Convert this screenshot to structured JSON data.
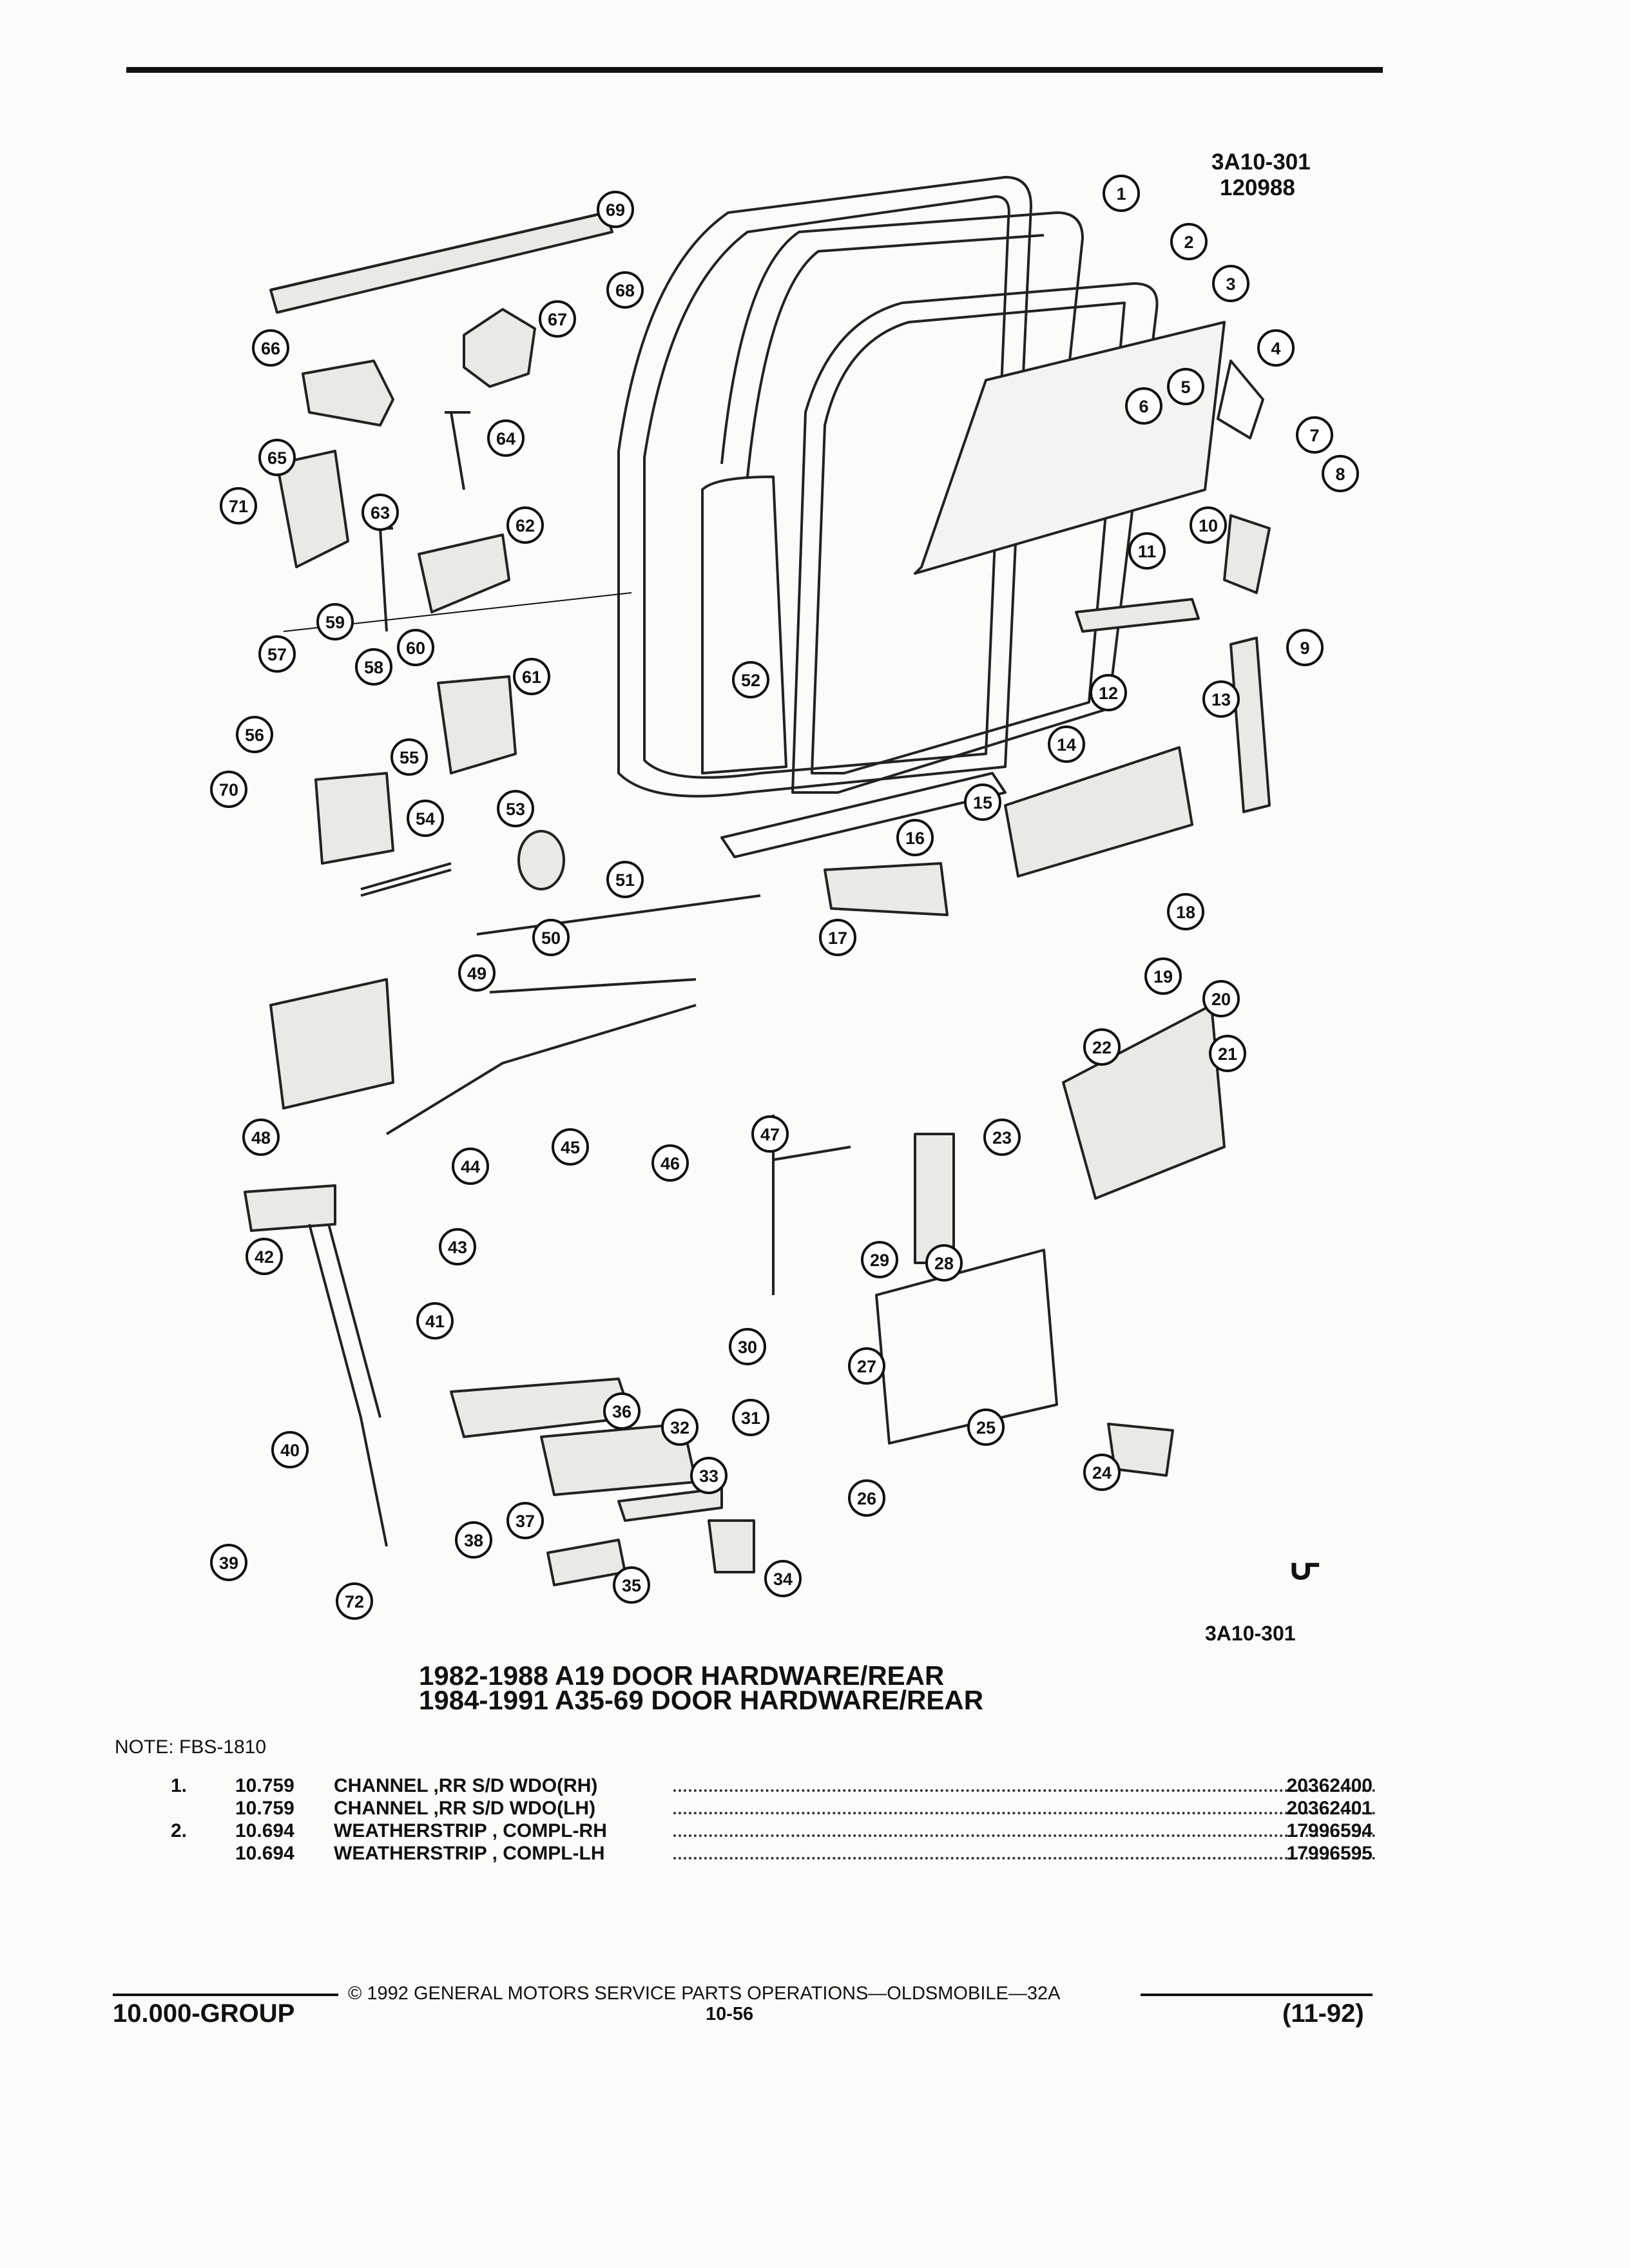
{
  "header": {
    "ref_code": "3A10-301",
    "ref_date": "120988",
    "bottom_ref_code": "3A10-301"
  },
  "diagram": {
    "callouts": [
      "1",
      "2",
      "3",
      "4",
      "5",
      "6",
      "7",
      "8",
      "9",
      "10",
      "11",
      "12",
      "13",
      "14",
      "15",
      "16",
      "17",
      "18",
      "19",
      "20",
      "21",
      "22",
      "23",
      "24",
      "25",
      "26",
      "27",
      "28",
      "29",
      "30",
      "31",
      "32",
      "33",
      "34",
      "35",
      "36",
      "37",
      "38",
      "39",
      "40",
      "41",
      "42",
      "43",
      "44",
      "45",
      "46",
      "47",
      "48",
      "49",
      "50",
      "51",
      "52",
      "53",
      "54",
      "55",
      "56",
      "57",
      "58",
      "59",
      "60",
      "61",
      "62",
      "63",
      "64",
      "65",
      "66",
      "67",
      "68",
      "69",
      "70",
      "71",
      "72"
    ]
  },
  "titles": {
    "line1": "1982-1988 A19 DOOR HARDWARE/REAR",
    "line2": "1984-1991 A35-69 DOOR HARDWARE/REAR"
  },
  "note": "NOTE: FBS-1810",
  "parts": [
    {
      "num": "1.",
      "code": "10.759",
      "desc": "CHANNEL ,RR S/D WDO(RH)",
      "part_no": "20362400"
    },
    {
      "num": "",
      "code": "10.759",
      "desc": "CHANNEL ,RR S/D WDO(LH)",
      "part_no": "20362401"
    },
    {
      "num": "2.",
      "code": "10.694",
      "desc": "WEATHERSTRIP , COMPL-RH",
      "part_no": "17996594"
    },
    {
      "num": "",
      "code": "10.694",
      "desc": "WEATHERSTRIP , COMPL-LH",
      "part_no": "17996595"
    }
  ],
  "footer": {
    "copyright": "© 1992 GENERAL MOTORS SERVICE PARTS OPERATIONS—OLDSMOBILE—32A",
    "group": "10.000-GROUP",
    "page": "10-56",
    "date_code": "(11-92)"
  }
}
